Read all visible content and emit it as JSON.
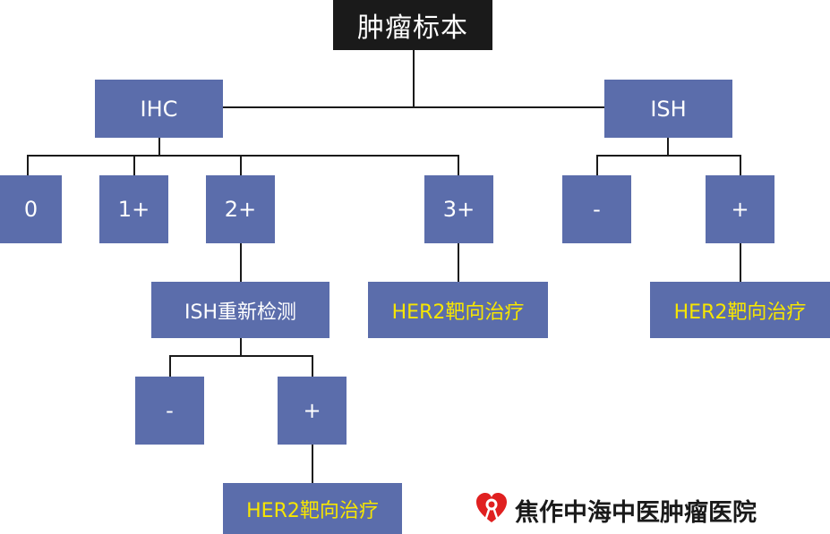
{
  "root": {
    "label": "肿瘤标本"
  },
  "ihc": {
    "label": "IHC",
    "scores": [
      "0",
      "1+",
      "2+",
      "3+"
    ],
    "retest": "ISH重新检测",
    "retest_results": [
      "-",
      "+"
    ],
    "treatment_3plus": "HER2靶向治疗",
    "treatment_retest_plus": "HER2靶向治疗"
  },
  "ish": {
    "label": "ISH",
    "results": [
      "-",
      "+"
    ],
    "treatment_plus": "HER2靶向治疗"
  },
  "brand": {
    "name": "焦作中海中医肿瘤医院",
    "logo_icon": "heart-ribbon-icon"
  },
  "colors": {
    "node_fill": "#5b6dab",
    "root_fill": "#1a1a1a",
    "node_text": "#ffffff",
    "action_text": "#f7e600",
    "line": "#1a1a1a",
    "logo": "#e02020"
  }
}
